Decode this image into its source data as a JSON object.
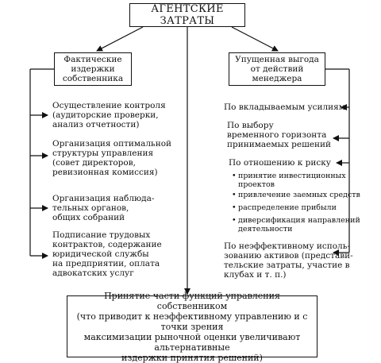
{
  "title": "АГЕНТСКИЕ ЗАТРАТЫ",
  "left": {
    "header": "Фактические\nиздержки\nсобственника",
    "items": [
      "Осуществление контроля\n(аудиторские проверки,\nанализ отчетности)",
      "Организация оптимальной\nструктуры управления\n(совет директоров,\nревизионная комиссия)",
      "Организация наблюда-\nтельных органов,\nобщих собраний",
      "Подписание трудовых\nконтрактов, содержание\nюридической службы\nна предприятии, оплата\nадвокатских услуг"
    ]
  },
  "right": {
    "header": "Упущенная выгода\nот действий\nменеджера",
    "items": [
      "По вкладываемым усилиям",
      "По выбору\nвременного горизонта\nпринимаемых решений",
      "По отношению к риску",
      "По неэффективному исполь-\nзованию активов (представи-\nтельские затраты, участие в\nклубах и т. п.)"
    ],
    "risk_subitems": [
      "принятие инвестиционных\nпроектов",
      "привлечение заемных средств",
      "распределение прибыли",
      "диверсификация направлений\nдеятельности"
    ]
  },
  "bottom": "Принятие части функций управления собственником\n(что приводит к неэффективному управлению и с точки зрения\nмаксимизации рыночной оценки увеличивают альтернативные\nиздержки принятия решений)"
}
